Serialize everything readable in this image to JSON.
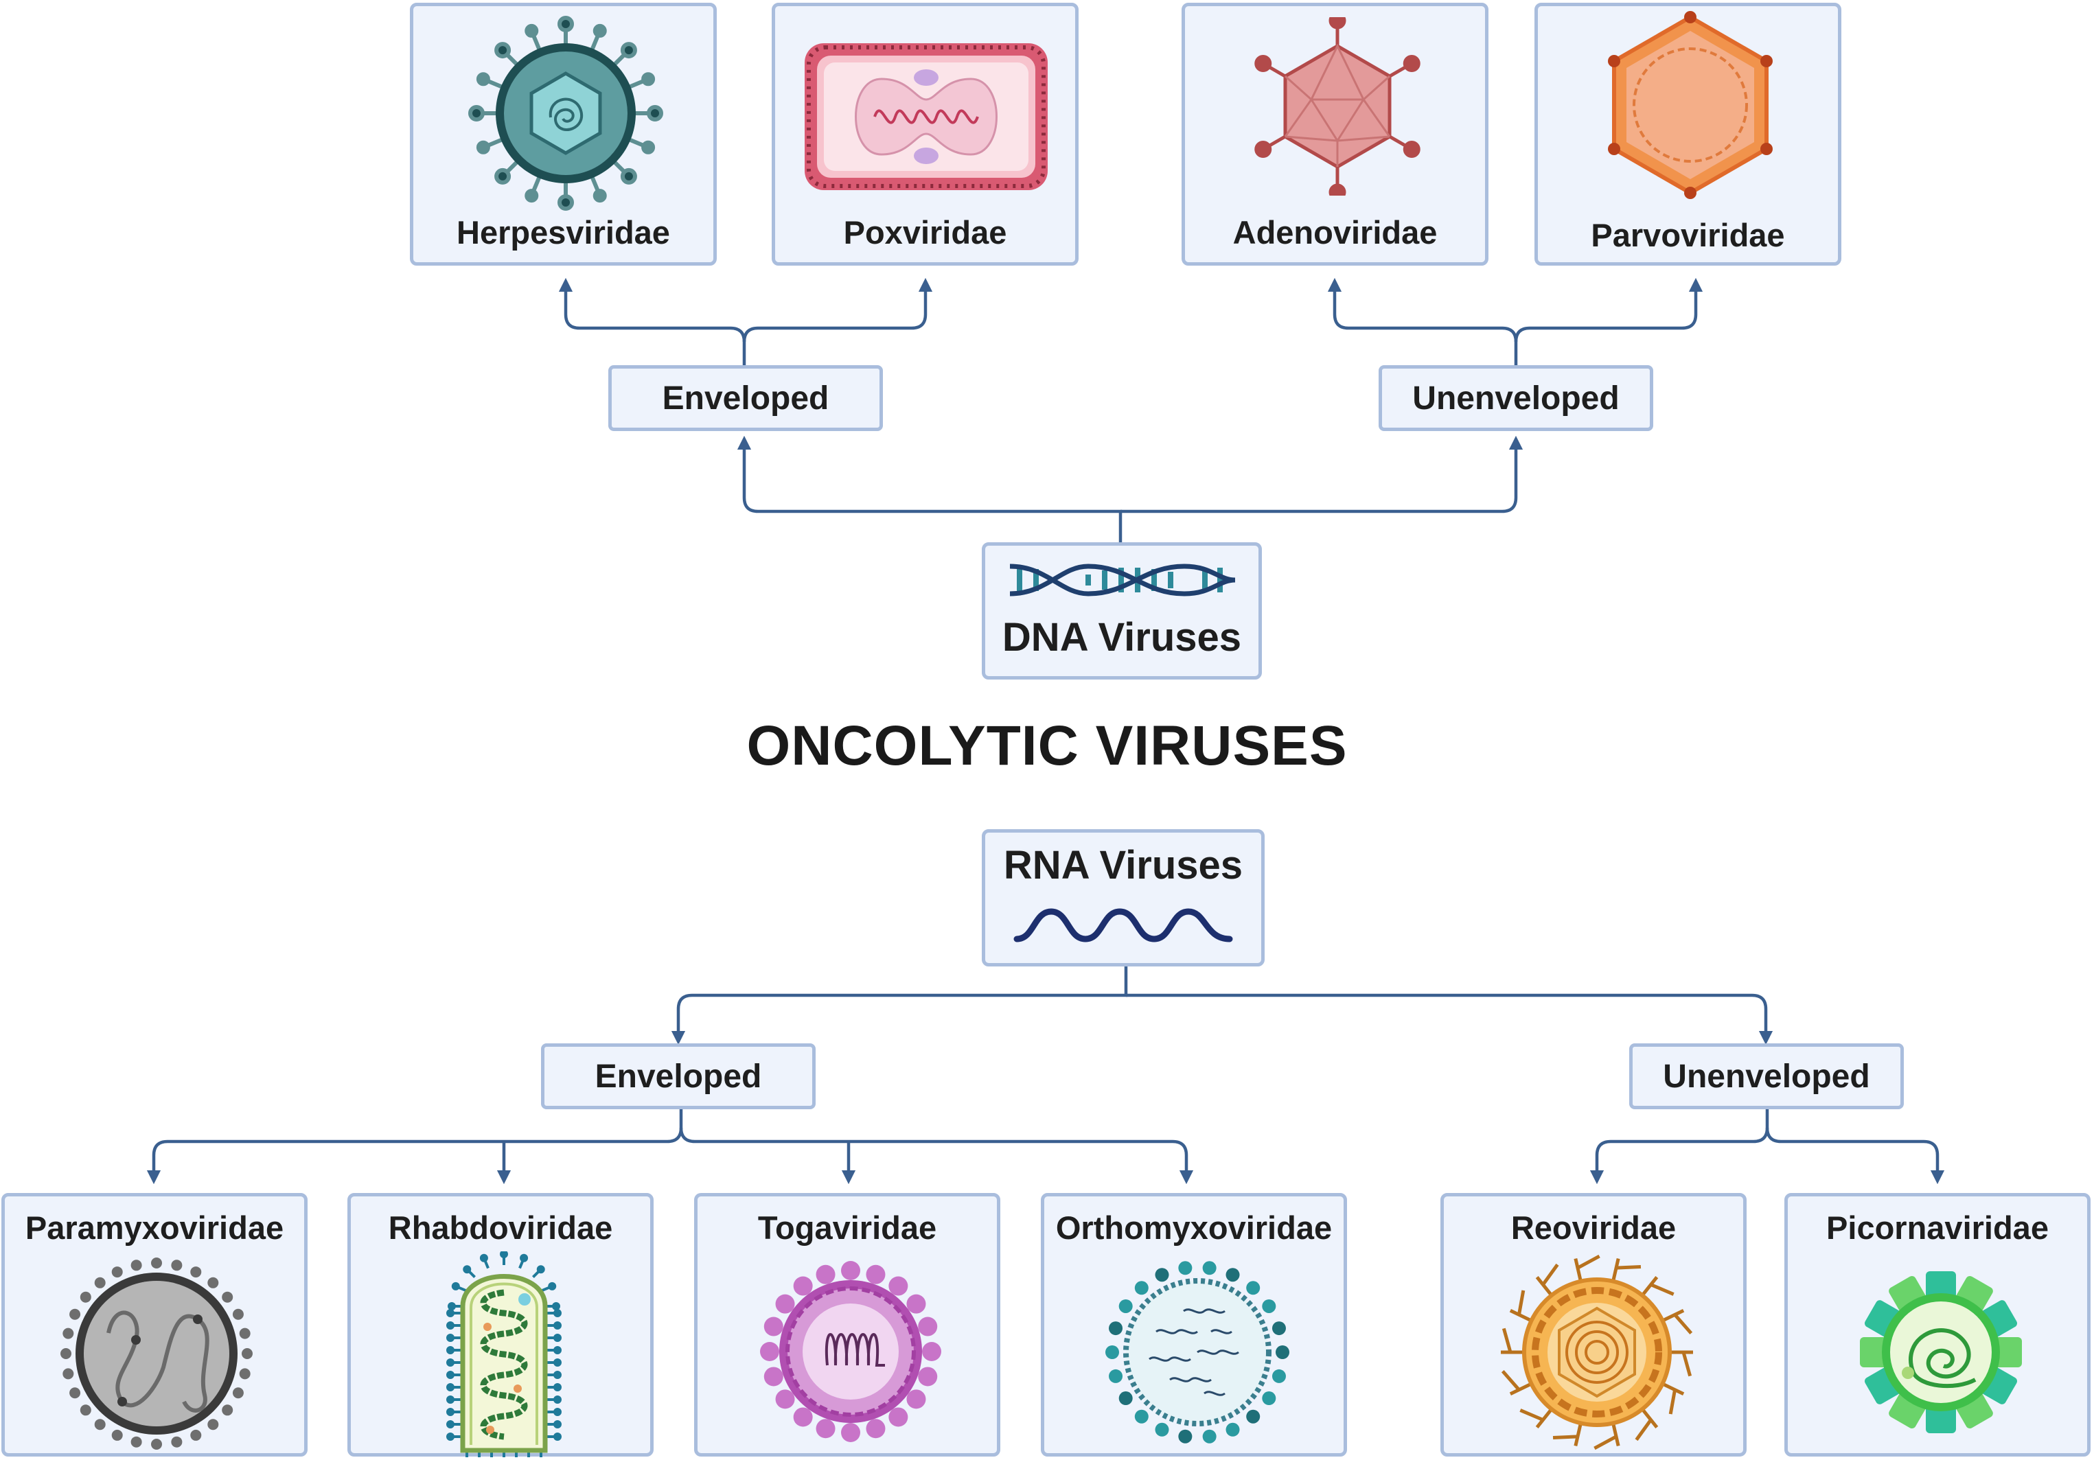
{
  "title": "ONCOLYTIC VIRUSES",
  "dna": {
    "label": "DNA Viruses",
    "enveloped": {
      "label": "Enveloped",
      "families": [
        "Herpesviridae",
        "Poxviridae"
      ]
    },
    "unenveloped": {
      "label": "Unenveloped",
      "families": [
        "Adenoviridae",
        "Parvoviridae"
      ]
    }
  },
  "rna": {
    "label": "RNA Viruses",
    "enveloped": {
      "label": "Enveloped",
      "families": [
        "Paramyxoviridae",
        "Rhabdoviridae",
        "Togaviridae",
        "Orthomyxoviridae"
      ]
    },
    "unenveloped": {
      "label": "Unenveloped",
      "families": [
        "Reoviridae",
        "Picornaviridae"
      ]
    }
  },
  "colors": {
    "connector": "#3a5f8f",
    "box_fill": "#eef3fc",
    "box_border": "#a9bddd"
  },
  "icons": {
    "dna": "dna-helix-icon",
    "rna": "rna-wave-icon",
    "herpesviridae": "herpesvirus-icon",
    "poxviridae": "poxvirus-icon",
    "adenoviridae": "adenovirus-icon",
    "parvoviridae": "parvovirus-icon",
    "paramyxoviridae": "paramyxovirus-icon",
    "rhabdoviridae": "rhabdovirus-icon",
    "togaviridae": "togavirus-icon",
    "orthomyxoviridae": "orthomyxovirus-icon",
    "reoviridae": "reovirus-icon",
    "picornaviridae": "picornavirus-icon"
  }
}
